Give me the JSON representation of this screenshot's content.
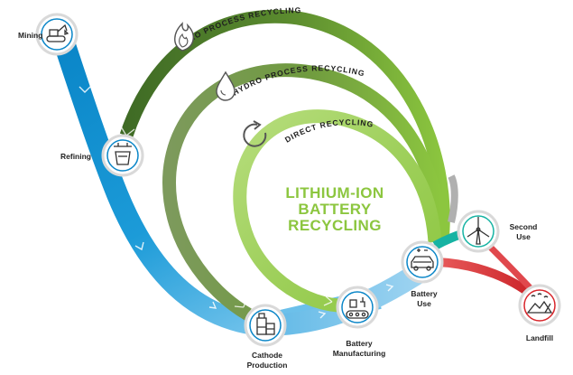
{
  "title": {
    "line1": "LITHIUM-ION",
    "line2": "BATTERY",
    "line3": "RECYCLING"
  },
  "loops": {
    "pyro": "PYRO PROCESS RECYCLING",
    "hydro": "HYDRO PROCESS RECYCLING",
    "direct": "DIRECT RECYCLING"
  },
  "stages": {
    "mining": "Mining",
    "refining": "Refining",
    "cathode_1": "Cathode",
    "cathode_2": "Production",
    "manufacturing_1": "Battery",
    "manufacturing_2": "Manufacturing",
    "use_1": "Battery",
    "use_2": "Use",
    "second_1": "Second",
    "second_2": "Use",
    "landfill": "Landfill"
  },
  "icons": {
    "mining": "excavator-icon",
    "refining": "crucible-icon",
    "cathode": "chemical-tank-icon",
    "manufacturing": "conveyor-belt-icon",
    "battery_use": "electric-car-icon",
    "second_use": "wind-turbine-icon",
    "landfill": "landfill-icon",
    "pyro": "flame-icon",
    "hydro": "water-drop-icon",
    "direct": "circular-arrow-icon"
  },
  "colors": {
    "blue_dark": "#0a86c8",
    "blue_light": "#4fb4e4",
    "green_dark": "#4d7a2a",
    "green_mid": "#7aa64a",
    "green_light": "#8fc74a",
    "teal": "#16b3a3",
    "red": "#d8262c",
    "grey": "#a8a8a8",
    "title": "#8cc63f"
  }
}
